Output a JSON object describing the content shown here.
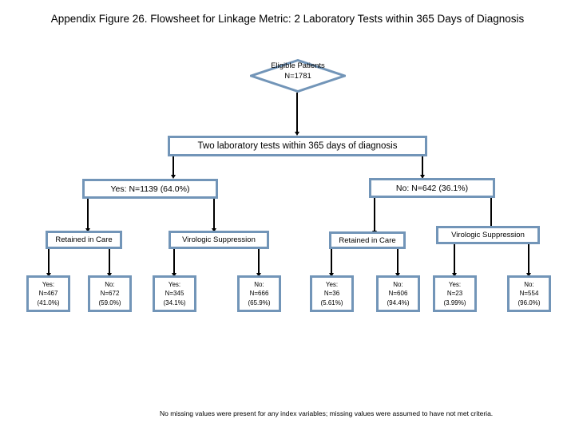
{
  "figure": {
    "title": "Appendix Figure 26. Flowsheet for Linkage Metric: 2 Laboratory Tests within 365 Days of Diagnosis",
    "footnote": "No missing values were present for any index variables; missing values were assumed to have not met criteria.",
    "accent_border_color": "#7295b8",
    "connector_color": "#000000",
    "background_color": "#ffffff"
  },
  "flow": {
    "root": {
      "shape": "diamond",
      "label": "Eligible Patients\nN=1781"
    },
    "criterion": {
      "shape": "rectangle",
      "label": "Two laboratory tests within 365 days of diagnosis"
    },
    "branches": [
      {
        "name": "yes-branch",
        "label": "Yes: N=1139 (64.0%)",
        "metrics": [
          {
            "name": "retained-in-care",
            "label": "Retained in Care",
            "outcomes": [
              {
                "name": "yes",
                "label": "Yes:\nN=467\n(41.0%)"
              },
              {
                "name": "no",
                "label": "No:\nN=672\n(59.0%)"
              }
            ]
          },
          {
            "name": "virologic-suppression",
            "label": "Virologic Suppression",
            "outcomes": [
              {
                "name": "yes",
                "label": "Yes:\nN=345\n(34.1%)"
              },
              {
                "name": "no",
                "label": "No:\nN=666\n(65.9%)"
              }
            ]
          }
        ]
      },
      {
        "name": "no-branch",
        "label": "No: N=642 (36.1%)",
        "metrics": [
          {
            "name": "retained-in-care",
            "label": "Retained in Care",
            "outcomes": [
              {
                "name": "yes",
                "label": "Yes:\nN=36\n(5.61%)"
              },
              {
                "name": "no",
                "label": "No:\nN=606\n(94.4%)"
              }
            ]
          },
          {
            "name": "virologic-suppression",
            "label": "Virologic Suppression",
            "outcomes": [
              {
                "name": "yes",
                "label": "Yes:\nN=23\n(3.99%)"
              },
              {
                "name": "no",
                "label": "No:\nN=554\n(96.0%)"
              }
            ]
          }
        ]
      }
    ]
  }
}
